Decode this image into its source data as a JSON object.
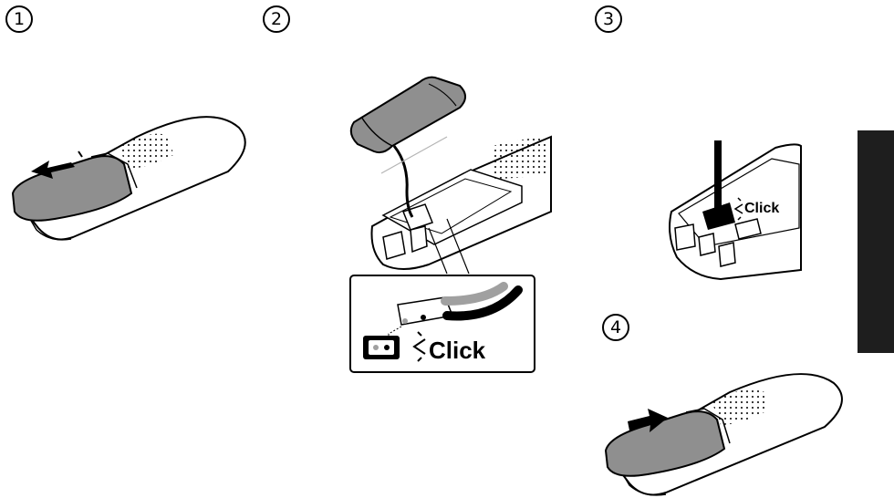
{
  "steps": [
    {
      "number": "1"
    },
    {
      "number": "2"
    },
    {
      "number": "3"
    },
    {
      "number": "4"
    }
  ],
  "labels": {
    "click_large": "Click",
    "click_small": "Click"
  },
  "colors": {
    "ink": "#000000",
    "cover_gray": "#8f8f8f",
    "tab": "#1e1e1e",
    "wire_gray": "#a0a0a0"
  }
}
